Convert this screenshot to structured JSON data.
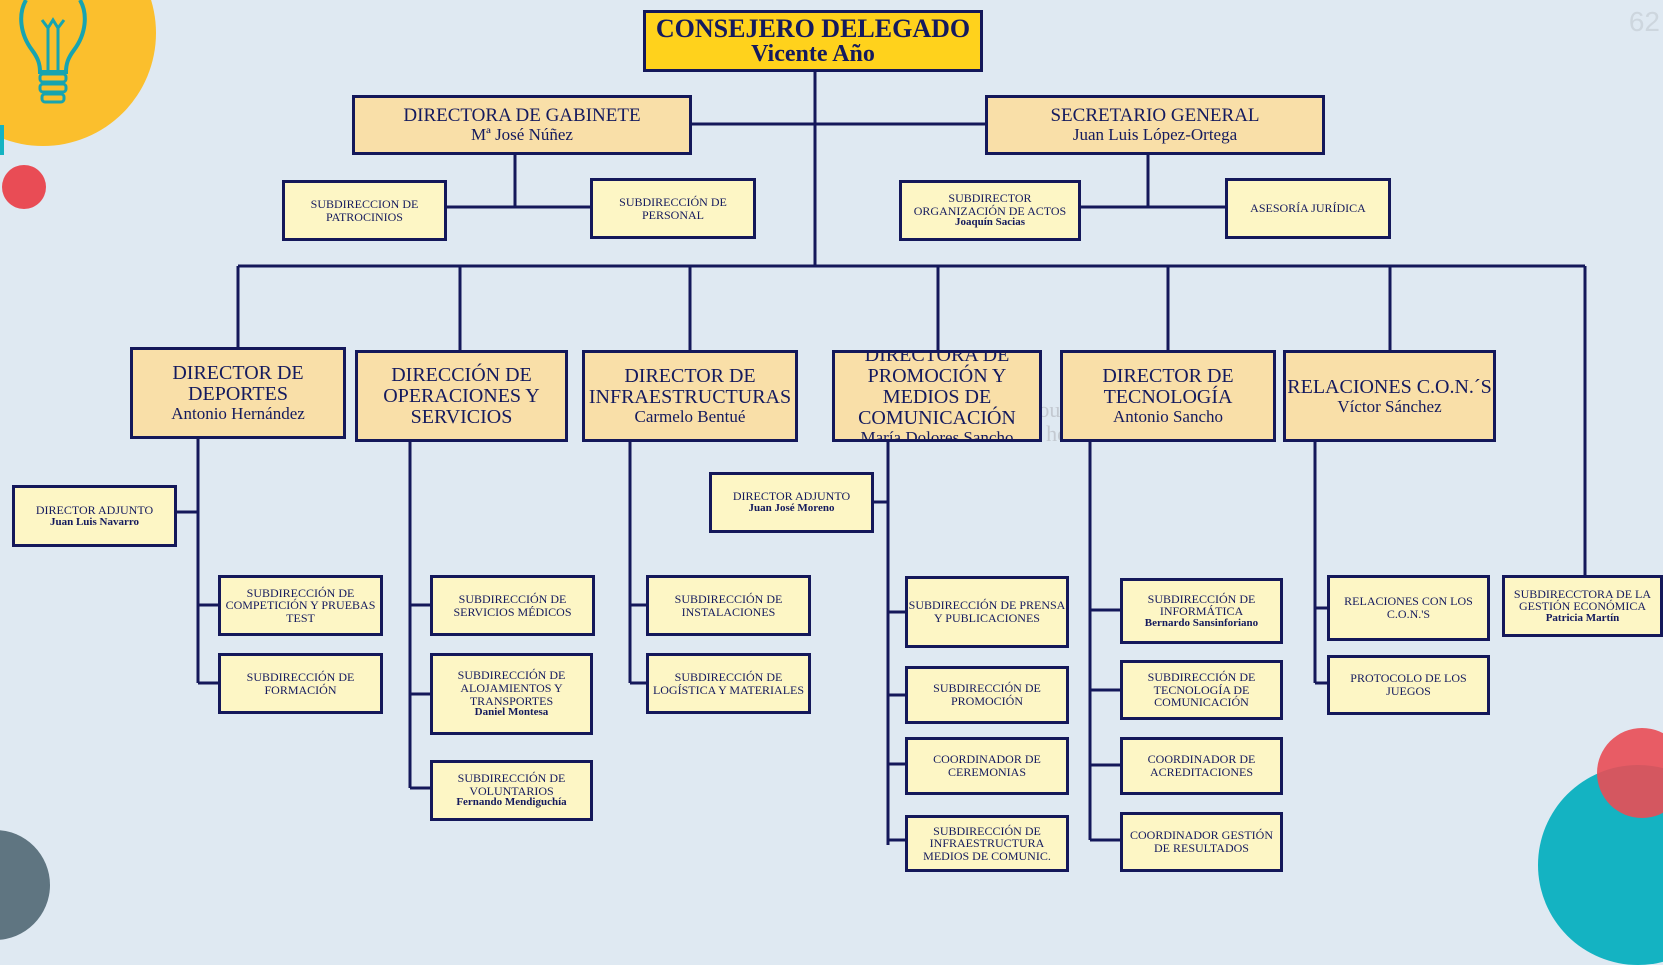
{
  "slide": {
    "page_number": "62"
  },
  "colors": {
    "background": "#dfe9f2",
    "line": "#14185a",
    "top_box": "#ffd21c",
    "director_box": "#f9dfa8",
    "sub_box": "#fdf6c5",
    "deco_yellow": "#fbbf2d",
    "deco_red": "#e94c55",
    "deco_teal": "#14b3c2"
  },
  "deco": {
    "icon": "lightbulb-icon"
  },
  "ghost_text": {
    "line1": "our sc",
    "line2": "here"
  },
  "org": {
    "ceo": {
      "title": "CONSEJERO DELEGADO",
      "person": "Vicente Año"
    },
    "cabinet": {
      "title": "DIRECTORA DE GABINETE",
      "person": "Mª José Núñez"
    },
    "secretary": {
      "title": "SECRETARIO GENERAL",
      "person": "Juan Luis López-Ortega"
    },
    "sponsorship": {
      "title": "SUBDIRECCION DE PATROCINIOS"
    },
    "personnel": {
      "title": "SUBDIRECCIÓN DE PERSONAL"
    },
    "events": {
      "title": "SUBDIRECTOR ORGANIZACIÓN DE ACTOS",
      "person": "Joaquín Sacias"
    },
    "legal": {
      "title": "ASESORÍA JURÍDICA"
    },
    "sports": {
      "title": "DIRECTOR DE DEPORTES",
      "person": "Antonio Hernández"
    },
    "operations": {
      "title": "DIRECCIÓN DE OPERACIONES Y SERVICIOS"
    },
    "infrastructure": {
      "title": "DIRECTOR DE INFRAESTRUCTURAS",
      "person": "Carmelo Bentué"
    },
    "media": {
      "title": "DIRECTORA DE PROMOCIÓN Y MEDIOS DE COMUNICACIÓN",
      "person": "María Dolores Sancho"
    },
    "technology": {
      "title": "DIRECTOR DE TECNOLOGÍA",
      "person": "Antonio Sancho"
    },
    "relations": {
      "title": "RELACIONES C.O.N.´S",
      "person": "Víctor Sánchez"
    },
    "sports_deputy": {
      "title": "DIRECTOR ADJUNTO",
      "person": "Juan Luis Navarro"
    },
    "competition": {
      "title": "SUBDIRECCIÓN DE COMPETICIÓN Y PRUEBAS TEST"
    },
    "training": {
      "title": "SUBDIRECCIÓN DE FORMACIÓN"
    },
    "medical": {
      "title": "SUBDIRECCIÓN DE SERVICIOS MÉDICOS"
    },
    "lodging": {
      "title": "SUBDIRECCIÓN DE ALOJAMIENTOS Y TRANSPORTES",
      "person": "Daniel Montesa"
    },
    "volunteers": {
      "title": "SUBDIRECCIÓN DE VOLUNTARIOS",
      "person": "Fernando Mendiguchía"
    },
    "facilities": {
      "title": "SUBDIRECCIÓN DE INSTALACIONES"
    },
    "logistics": {
      "title": "SUBDIRECCIÓN DE LOGÍSTICA Y MATERIALES"
    },
    "media_deputy": {
      "title": "DIRECTOR ADJUNTO",
      "person": "Juan José Moreno"
    },
    "press": {
      "title": "SUBDIRECCIÓN DE PRENSA Y PUBLICACIONES"
    },
    "promotion": {
      "title": "SUBDIRECCIÓN DE PROMOCIÓN"
    },
    "ceremonies": {
      "title": "COORDINADOR DE CEREMONIAS"
    },
    "media_infra": {
      "title": "SUBDIRECCIÓN DE INFRAESTRUCTURA MEDIOS DE COMUNIC."
    },
    "it": {
      "title": "SUBDIRECCIÓN DE INFORMÁTICA",
      "person": "Bernardo Sansinforiano"
    },
    "comm_tech": {
      "title": "SUBDIRECCIÓN DE TECNOLOGÍA DE COMUNICACIÓN"
    },
    "accreditation": {
      "title": "COORDINADOR DE ACREDITACIONES"
    },
    "results": {
      "title": "COORDINADOR GESTIÓN DE RESULTADOS"
    },
    "noc_relations": {
      "title": "RELACIONES CON LOS C.O.N.'S"
    },
    "protocol": {
      "title": "PROTOCOLO DE LOS JUEGOS"
    },
    "economic": {
      "title": "SUBDIRECCTORA DE LA GESTIÓN ECONÓMICA",
      "person": "Patricia Martín"
    }
  }
}
